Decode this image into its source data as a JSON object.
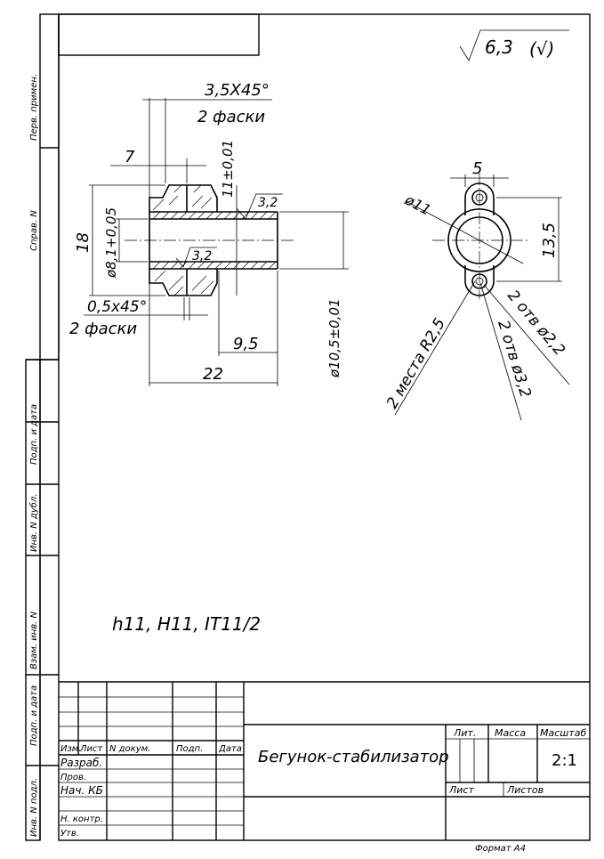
{
  "roughness": {
    "value": "6,3",
    "extra": "(√)"
  },
  "dims": {
    "chamfer_top": "3,5X45°",
    "chamfer_top_note": "2 фаски",
    "len7": "7",
    "tol11": "11±0,01",
    "rough32a": "3,2",
    "dia18": "18",
    "dia81": "ø8,1+0,05",
    "rough32b": "3,2",
    "chamfer_bot": "0,5x45°",
    "chamfer_bot_note": "2 фаски",
    "len95": "9,5",
    "len22": "22",
    "dia105": "ø10,5±0,01",
    "w5": "5",
    "d11": "ø11",
    "h135": "13,5",
    "r25": "2 места R2,5",
    "holes32": "2 отв ø3,2",
    "holes22": "2 отв ø2,2"
  },
  "note": "h11, H11, IT11/2",
  "margin_labels": [
    "Перв. примен.",
    "Справ. N",
    "Подп. и дата",
    "Инв. N дубл.",
    "Взам. инв. N",
    "Подп. и дата",
    "Инв. N подл."
  ],
  "title_block": {
    "headers": {
      "izm": "Изм.",
      "list": "Лист",
      "ndoc": "N  докум.",
      "podp": "Подп.",
      "data": "Дата"
    },
    "rows": {
      "razrab": "Разраб.",
      "prov": "Пров.",
      "nach": "Нач. КБ",
      "nkontr": "Н. контр.",
      "utv": "Утв."
    },
    "title": "Бегунок-стабилизатор",
    "lit": "Лит.",
    "massa": "Масса",
    "masshtab": "Масштаб",
    "scale": "2:1",
    "list_label": "Лист",
    "listov": "Листов"
  },
  "format": "Формат  А4"
}
